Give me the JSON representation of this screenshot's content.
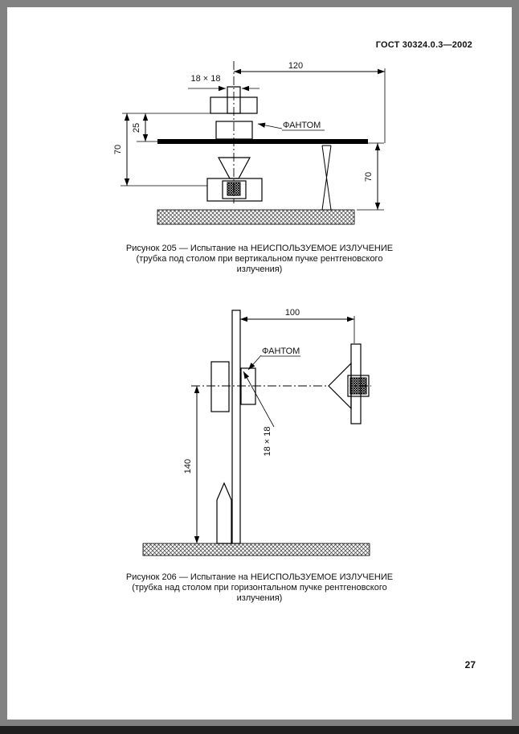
{
  "page": {
    "header": "ГОСТ 30324.0.3—2002",
    "page_number": "27"
  },
  "fig205": {
    "dim_120": "120",
    "dim_18x18": "18 × 18",
    "dim_25": "25",
    "dim_70_left": "70",
    "dim_70_right": "70",
    "phantom_label": "ФАНТОМ",
    "caption_line1": "Рисунок 205 — Испытание на НЕИСПОЛЬЗУЕМОЕ ИЗЛУЧЕНИЕ",
    "caption_line2": "(трубка под столом при вертикальном пучке рентгеновского",
    "caption_line3": "излучения)"
  },
  "fig206": {
    "dim_100": "100",
    "dim_18x18": "18 × 18",
    "dim_140": "140",
    "phantom_label": "ФАНТОМ",
    "caption_line1": "Рисунок 206 — Испытание на НЕИСПОЛЬЗУЕМОЕ ИЗЛУЧЕНИЕ",
    "caption_line2": "(трубка над столом при горизонтальном пучке рентгеновского",
    "caption_line3": "излучения)"
  }
}
